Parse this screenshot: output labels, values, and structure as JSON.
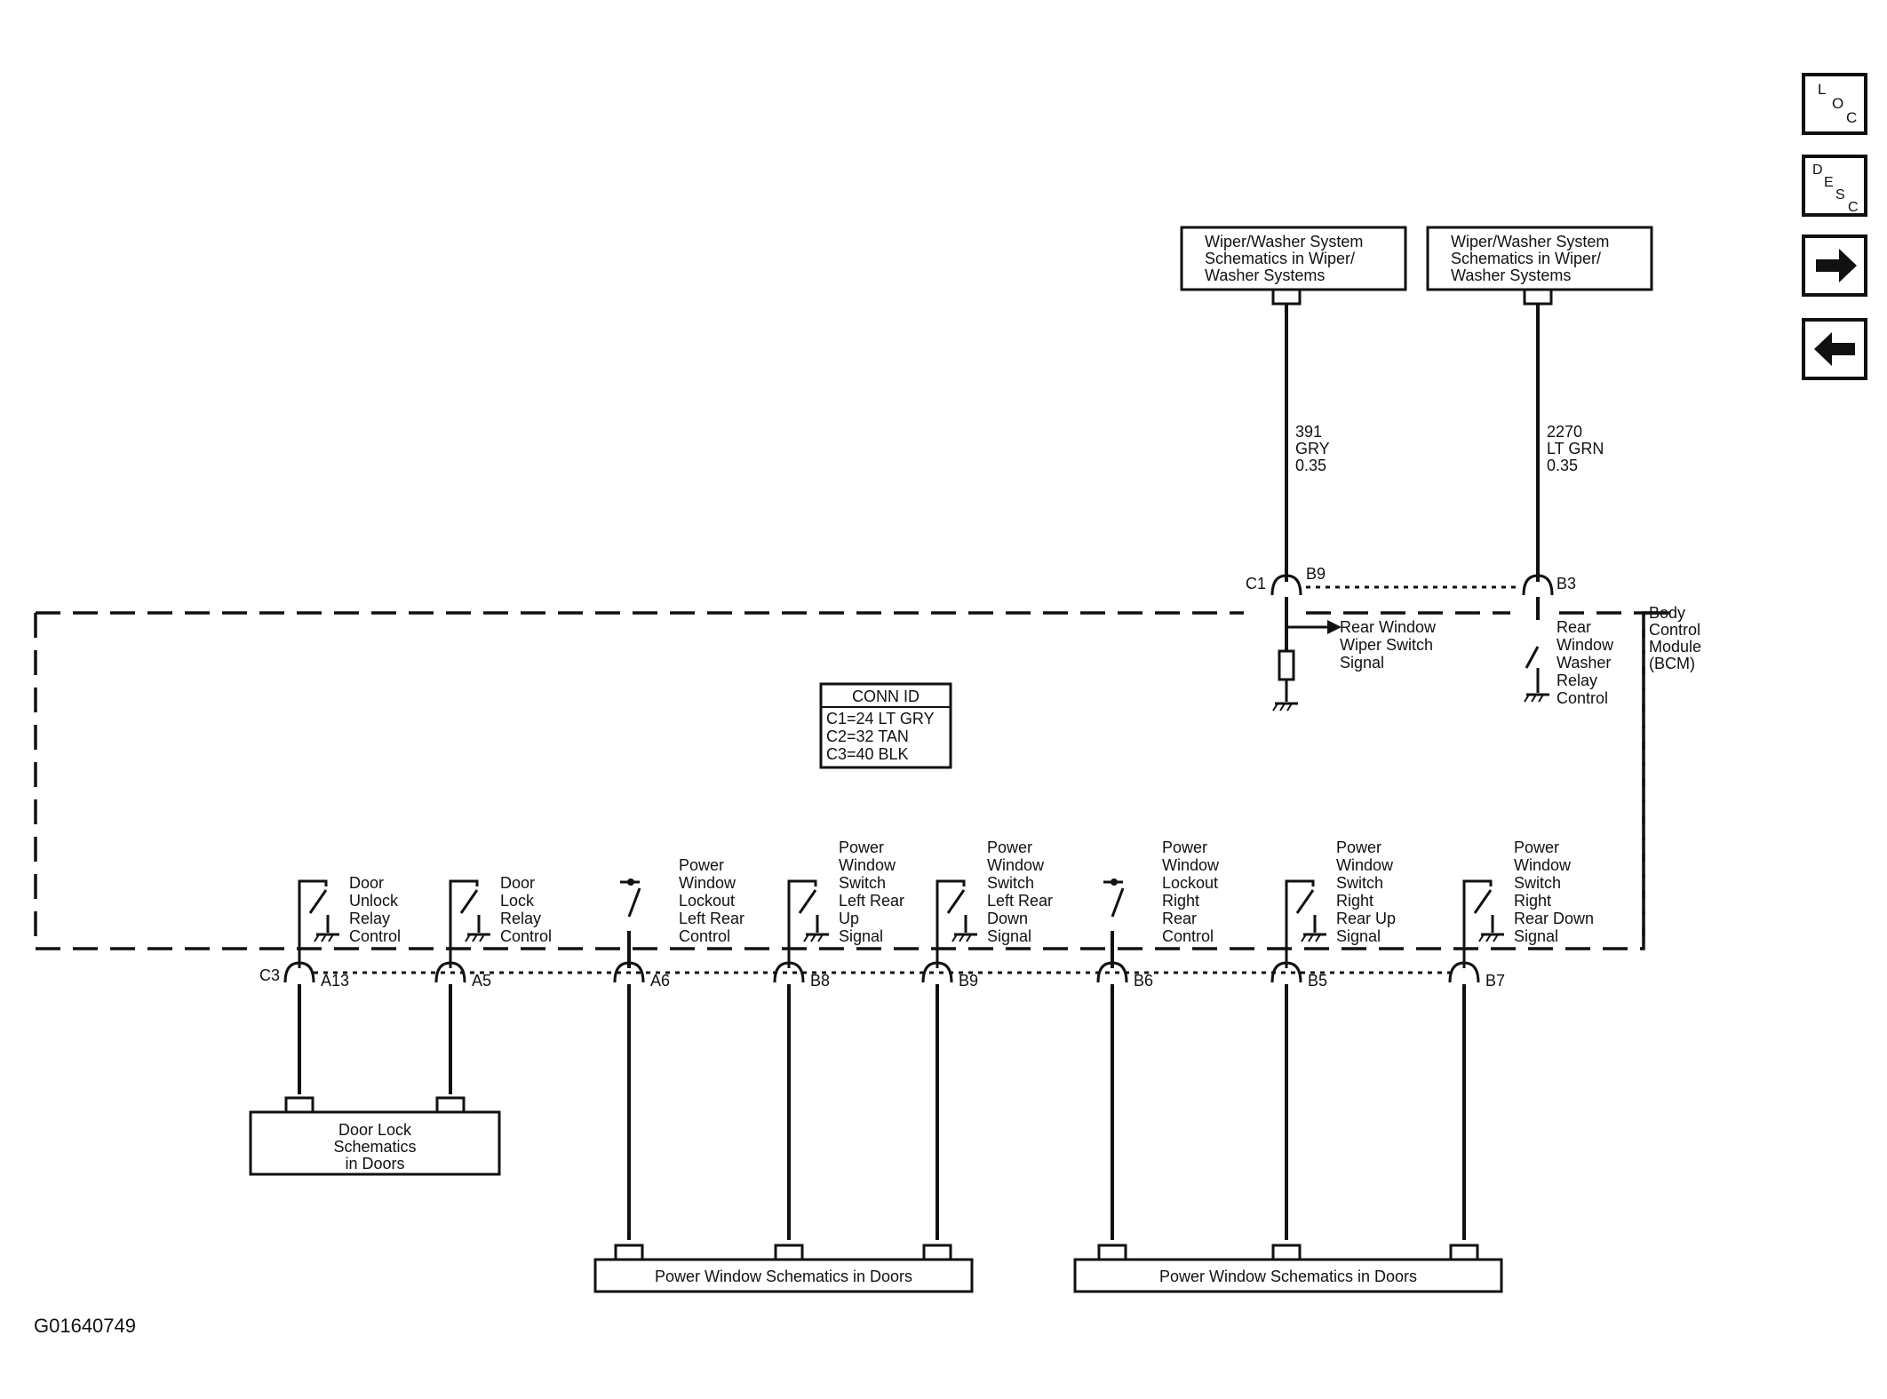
{
  "figure_id": "G01640749",
  "nav_buttons": [
    {
      "name": "loc-button",
      "letters": [
        "L",
        "O",
        "C"
      ]
    },
    {
      "name": "desc-button",
      "letters": [
        "D",
        "E",
        "S",
        "C"
      ]
    },
    {
      "name": "next-button",
      "icon": "right-arrow-icon"
    },
    {
      "name": "prev-button",
      "icon": "left-arrow-icon"
    }
  ],
  "top_boxes": [
    {
      "lines": [
        "Wiper/Washer System",
        "Schematics in Wiper/",
        "Washer Systems"
      ]
    },
    {
      "lines": [
        "Wiper/Washer System",
        "Schematics in Wiper/",
        "Washer Systems"
      ]
    }
  ],
  "top_wires": [
    {
      "lines": [
        "391",
        "GRY",
        "0.35"
      ]
    },
    {
      "lines": [
        "2270",
        "LT GRN",
        "0.35"
      ]
    }
  ],
  "top_connector": {
    "conn": "C1",
    "pins": [
      "B9",
      "B3"
    ]
  },
  "top_circuits": [
    {
      "lines": [
        "Rear Window",
        "Wiper Switch",
        "Signal"
      ]
    },
    {
      "lines": [
        "Rear",
        "Window",
        "Washer",
        "Relay",
        "Control"
      ]
    }
  ],
  "module_label": {
    "lines": [
      "Body",
      "Control",
      "Module",
      "(BCM)"
    ]
  },
  "conn_id": {
    "title": "CONN ID",
    "rows": [
      "C1=24 LT GRY",
      "C2=32 TAN",
      "C3=40 BLK"
    ]
  },
  "bottom_connector": {
    "conn": "C3"
  },
  "bottom_circuits": [
    {
      "pin": "A13",
      "lines": [
        "Door",
        "Unlock",
        "Relay",
        "Control"
      ]
    },
    {
      "pin": "A5",
      "lines": [
        "Door",
        "Lock",
        "Relay",
        "Control"
      ]
    },
    {
      "pin": "A6",
      "lines": [
        "Power",
        "Window",
        "Lockout",
        "Left Rear",
        "Control"
      ]
    },
    {
      "pin": "B8",
      "lines": [
        "Power",
        "Window",
        "Switch",
        "Left Rear",
        "Up",
        "Signal"
      ]
    },
    {
      "pin": "B9",
      "lines": [
        "Power",
        "Window",
        "Switch",
        "Left Rear",
        "Down",
        "Signal"
      ]
    },
    {
      "pin": "B6",
      "lines": [
        "Power",
        "Window",
        "Lockout",
        "Right",
        "Rear",
        "Control"
      ]
    },
    {
      "pin": "B5",
      "lines": [
        "Power",
        "Window",
        "Switch",
        "Right",
        "Rear Up",
        "Signal"
      ]
    },
    {
      "pin": "B7",
      "lines": [
        "Power",
        "Window",
        "Switch",
        "Right",
        "Rear Down",
        "Signal"
      ]
    }
  ],
  "bottom_boxes": [
    {
      "lines": [
        "Door Lock",
        "Schematics",
        "in Doors"
      ]
    },
    {
      "lines": [
        "Power Window Schematics in Doors"
      ]
    },
    {
      "lines": [
        "Power Window Schematics in Doors"
      ]
    }
  ]
}
